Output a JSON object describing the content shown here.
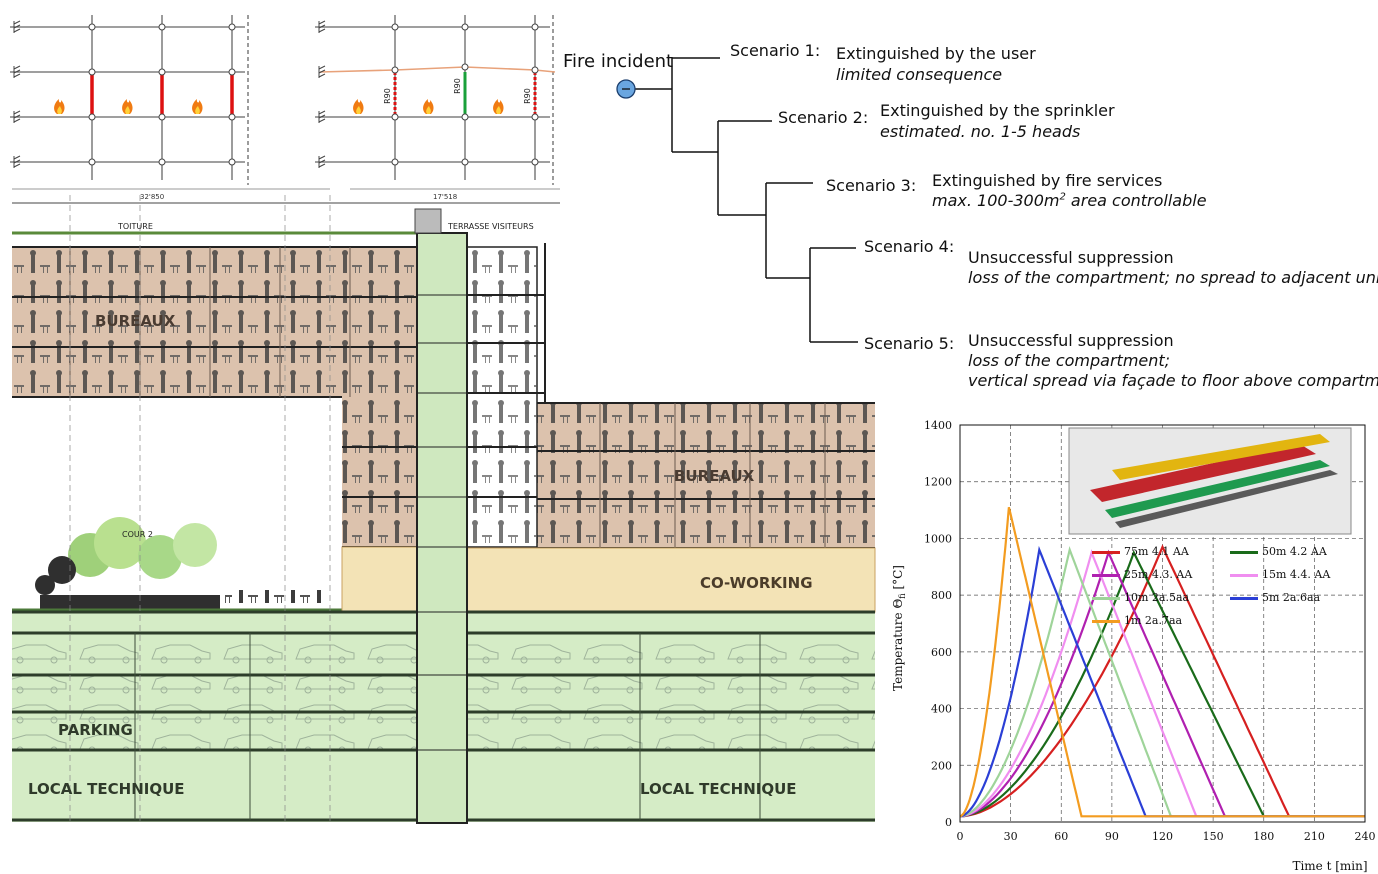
{
  "event_tree": {
    "root": "Fire incident",
    "scenarios": [
      {
        "label": "Scenario 1:",
        "outcome": "Extinguished by the user",
        "detail": "limited consequence"
      },
      {
        "label": "Scenario 2:",
        "outcome": "Extinguished by the sprinkler",
        "detail": "estimated. no. 1-5 heads"
      },
      {
        "label": "Scenario 3:",
        "outcome": "Extinguished by fire services",
        "detail": "max. 100-300m",
        "detail_sup": "2",
        "detail_tail": " area controllable"
      },
      {
        "label": "Scenario 4:",
        "outcome": "Unsuccessful suppression",
        "detail": "loss of the compartment; no spread to adjacent units"
      },
      {
        "label": "Scenario 5:",
        "outcome": "Unsuccessful suppression",
        "detail": "loss of the compartment;",
        "detail2": "vertical spread  via façade to floor above compartment"
      }
    ]
  },
  "frames": {
    "left_panel": {
      "fire_symbol": "fire-icon"
    },
    "right_panel": {
      "labels": [
        "R90",
        "R90",
        "R90"
      ]
    }
  },
  "section": {
    "dim_left": "32'850",
    "dim_right": "17'518",
    "labels": {
      "toiture": "TOITURE",
      "terrasse": "TERRASSE VISITEURS",
      "bureaux_upper": "BUREAUX",
      "bureaux_lower": "BUREAUX",
      "cour": "COUR 2",
      "coworking": "CO-WORKING",
      "parking": "PARKING",
      "local_left": "LOCAL TECHNIQUE",
      "local_right": "LOCAL TECHNIQUE"
    },
    "colors": {
      "office": "#dcc2ad",
      "coworking": "#f3e3b6",
      "parking": "#d5ecc6",
      "core": "#cfe8bf"
    }
  },
  "chart_data": {
    "type": "line",
    "xlabel": "Time t [min]",
    "ylabel": "Temperature Θ",
    "ylabel_sub": "fi",
    "ylabel_unit": " [°C]",
    "xlim": [
      0,
      240
    ],
    "ylim": [
      0,
      1400
    ],
    "xticks": [
      0,
      30,
      60,
      90,
      120,
      150,
      180,
      210,
      240
    ],
    "yticks": [
      0,
      200,
      400,
      600,
      800,
      1000,
      1200,
      1400
    ],
    "grid": true,
    "legend_position": "upper-right",
    "series": [
      {
        "name": "75m 4.1 AA",
        "color": "#d62020",
        "tpeak": 120,
        "peak": 970,
        "tend": 195
      },
      {
        "name": "50m 4.2 AA",
        "color": "#1a6b1a",
        "tpeak": 103,
        "peak": 950,
        "tend": 180
      },
      {
        "name": "25m 4.3. AA",
        "color": "#b020b0",
        "tpeak": 88,
        "peak": 950,
        "tend": 157
      },
      {
        "name": "15m 4.4. AA",
        "color": "#f08ef0",
        "tpeak": 78,
        "peak": 950,
        "tend": 140
      },
      {
        "name": "10m 2a.5aa",
        "color": "#9fd49a",
        "tpeak": 65,
        "peak": 960,
        "tend": 125
      },
      {
        "name": "5m 2a.6aa",
        "color": "#2b3fd6",
        "tpeak": 47,
        "peak": 960,
        "tend": 110
      },
      {
        "name": "1m 2a.7aa",
        "color": "#f39c20",
        "tpeak": 29,
        "peak": 1110,
        "tend": 72
      }
    ]
  }
}
